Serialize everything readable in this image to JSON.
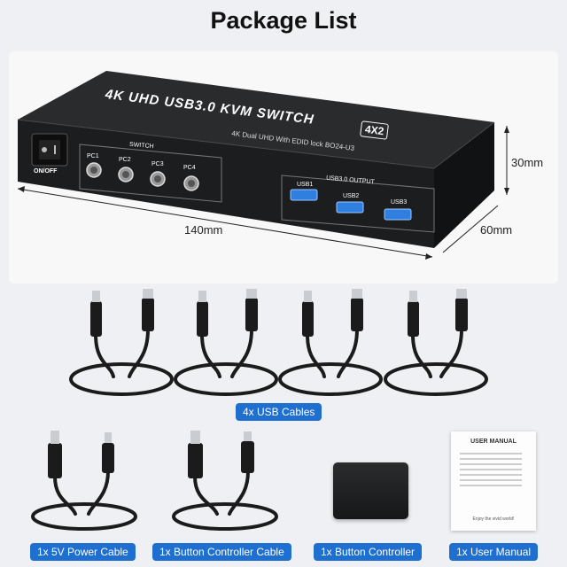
{
  "title": "Package List",
  "device": {
    "name": "4K UHD USB3.0 KVM SWITCH",
    "badge": "4X2",
    "subtitle": "4K Dual UHD With EDID lock BO24-U3",
    "power_label": "ON/OFF",
    "switch_label": "SWITCH",
    "pc_labels": [
      "PC1",
      "PC2",
      "PC3",
      "PC4"
    ],
    "output_label": "USB3.0 OUTPUT",
    "usb_labels": [
      "USB1",
      "USB2",
      "USB3"
    ]
  },
  "dimensions": {
    "length": "140mm",
    "depth": "60mm",
    "height": "30mm"
  },
  "items": {
    "usb_cables": "4x USB Cables",
    "power_cable": "1x 5V Power Cable",
    "button_cable": "1x Button Controller Cable",
    "button_controller": "1x Button Controller",
    "user_manual": "1x User Manual"
  },
  "manual": {
    "title": "USER MANUAL",
    "footer": "Enjoy the vivid world!"
  },
  "colors": {
    "accent": "#1e6fd0",
    "device_body": "#1c1d1f",
    "usb_port": "#2f7fe0"
  }
}
